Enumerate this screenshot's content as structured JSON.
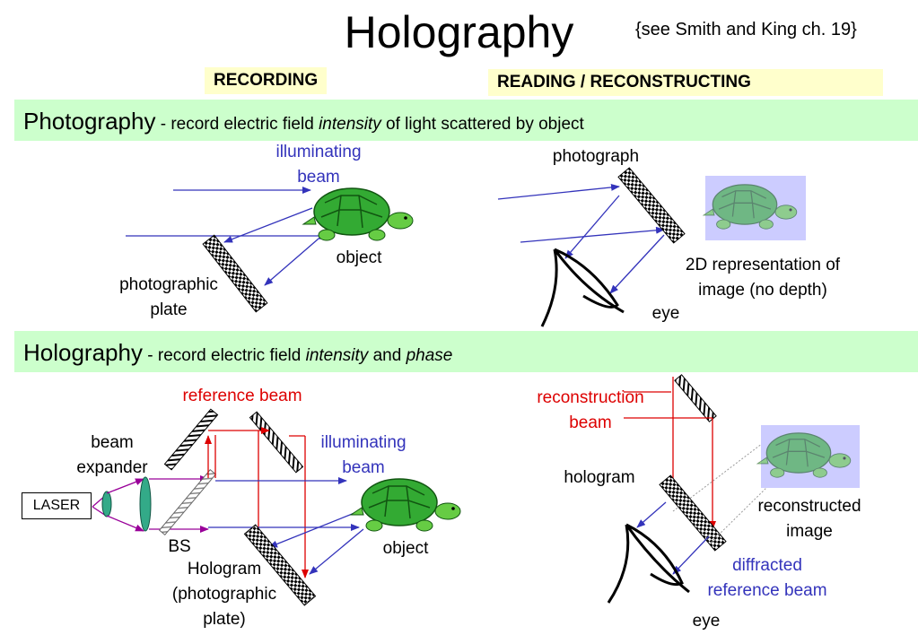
{
  "title": "Holography",
  "reference_note": "{see Smith and King ch. 19}",
  "tabs": {
    "recording": "RECORDING",
    "reading": "READING / RECONSTRUCTING"
  },
  "photography_band": {
    "head": "Photography",
    "text1": " - record electric field ",
    "em": "intensity",
    "text2": " of light scattered by object"
  },
  "holography_band": {
    "head": "Holography",
    "text1": " - record electric field ",
    "em1": "intensity",
    "text2": " and ",
    "em2": "phase"
  },
  "labels": {
    "illum_beam_1": "illuminating",
    "illum_beam_2": "beam",
    "object_top": "object",
    "plate_1": "photographic",
    "plate_2": "plate",
    "photograph": "photograph",
    "rep_1": "2D representation of",
    "rep_2": "image (no depth)",
    "eye_top": "eye",
    "ref_beam": "reference beam",
    "expander_1": "beam",
    "expander_2": "expander",
    "laser": "LASER",
    "bs": "BS",
    "illum2_1": "illuminating",
    "illum2_2": "beam",
    "object_bottom": "object",
    "holo_1": "Hologram",
    "holo_2": "(photographic",
    "holo_3": "plate)",
    "recon_1": "reconstruction",
    "recon_2": "beam",
    "hologram": "hologram",
    "rimg_1": "reconstructed",
    "rimg_2": "image",
    "diff_1": "diffracted",
    "diff_2": "reference beam",
    "eye_bottom": "eye"
  },
  "colors": {
    "blue": "#3333bb",
    "red": "#dd0000",
    "band": "#ccffcc",
    "tag": "#ffffcc",
    "turtle": "#33aa33"
  }
}
